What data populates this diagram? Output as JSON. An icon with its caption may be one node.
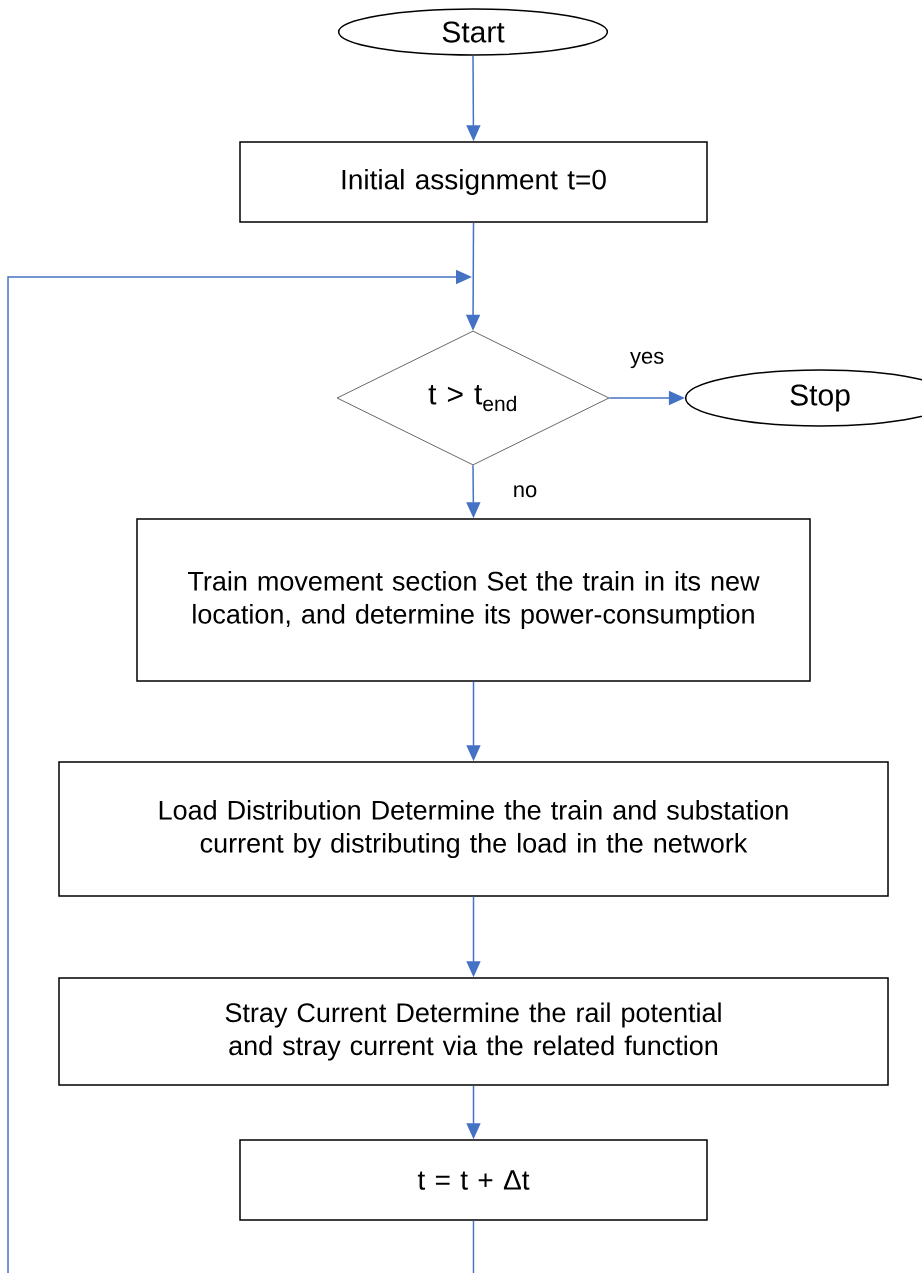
{
  "diagram": {
    "nodes": [
      {
        "text": [
          "Start"
        ]
      },
      {
        "text": [
          "Initial assignment t=0"
        ]
      },
      {
        "text": [
          "t > t$_{end}$"
        ]
      },
      {
        "text": [
          "Stop"
        ]
      },
      {
        "text": [
          "Train movement section Set the train in its new location, and determine its power-consumption"
        ]
      },
      {
        "text": [
          "Load Distribution Determine the train and substation current by distributing the load in the network"
        ]
      },
      {
        "text": [
          "Stray Current Determine the rail potential and stray current via the related function"
        ]
      },
      {
        "text": [
          "t = t + Δt"
        ]
      }
    ],
    "edges": [
      {
        "from": 0,
        "to": 1,
        "arrow": "to"
      },
      {
        "from": 1,
        "to": 2,
        "arrow": "to"
      },
      {
        "from": 2,
        "to": 3,
        "arrow": "to",
        "label": "yes"
      },
      {
        "from": 2,
        "to": 4,
        "arrow": "to",
        "label": "no"
      },
      {
        "from": 4,
        "to": 5,
        "arrow": "to"
      },
      {
        "from": 5,
        "to": 6,
        "arrow": "to"
      },
      {
        "from": 6,
        "to": 7,
        "arrow": "to"
      },
      {
        "from": 7,
        "to": 2,
        "arrow": "to"
      }
    ]
  }
}
